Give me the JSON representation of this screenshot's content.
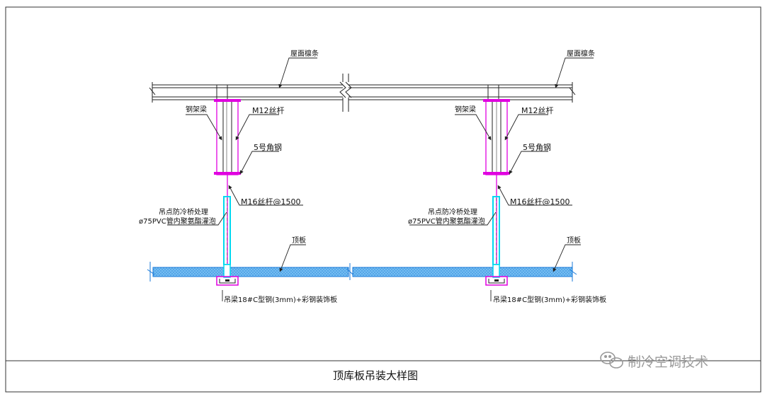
{
  "title": "顶库板吊装大样图",
  "watermark": "制冷空调技术",
  "labels": {
    "purlin": "屋面檩条",
    "steel_beam": "钢架梁",
    "m12_rod": "M12丝杆",
    "angle_steel": "5号角钢",
    "m16_rod": "M16丝杆@1500",
    "anti_cold_bridge": "吊点防冷桥处理",
    "pvc_pipe": "ø75PVC管内聚氨酯灌泡",
    "top_panel": "顶板",
    "hanger_beam": "吊梁18#C型钢(3mm)+彩钢装饰板"
  },
  "colors": {
    "line": "#222222",
    "magenta": "#e000e0",
    "cyan": "#00d8f0",
    "panel_fill": "#6fb8f0",
    "panel_stroke": "#1a7ad9"
  }
}
